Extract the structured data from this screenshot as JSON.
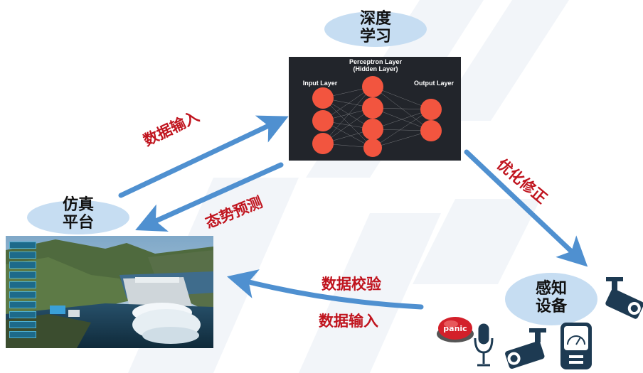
{
  "nodes": {
    "deep_learning": {
      "line1": "深度",
      "line2": "学习"
    },
    "simulation": {
      "line1": "仿真",
      "line2": "平台"
    },
    "sensing": {
      "line1": "感知",
      "line2": "设备"
    }
  },
  "arrows": {
    "data_input_top": "数据输入",
    "situation_predict": "态势预测",
    "optimize": "优化修正",
    "data_verify": "数据校验",
    "data_input_bottom": "数据输入"
  },
  "neural_net": {
    "title_line1": "Perceptron Layer",
    "title_line2": "(Hidden Layer)",
    "input_label": "Input Layer",
    "output_label": "Output Layer"
  },
  "devices": {
    "panic_button_label": "panic"
  },
  "colors": {
    "arrow": "#4f90d0",
    "label_red": "#c0141e",
    "oval": "#c6ddf2",
    "neuron": "#f2553f",
    "panel": "#22252b"
  }
}
